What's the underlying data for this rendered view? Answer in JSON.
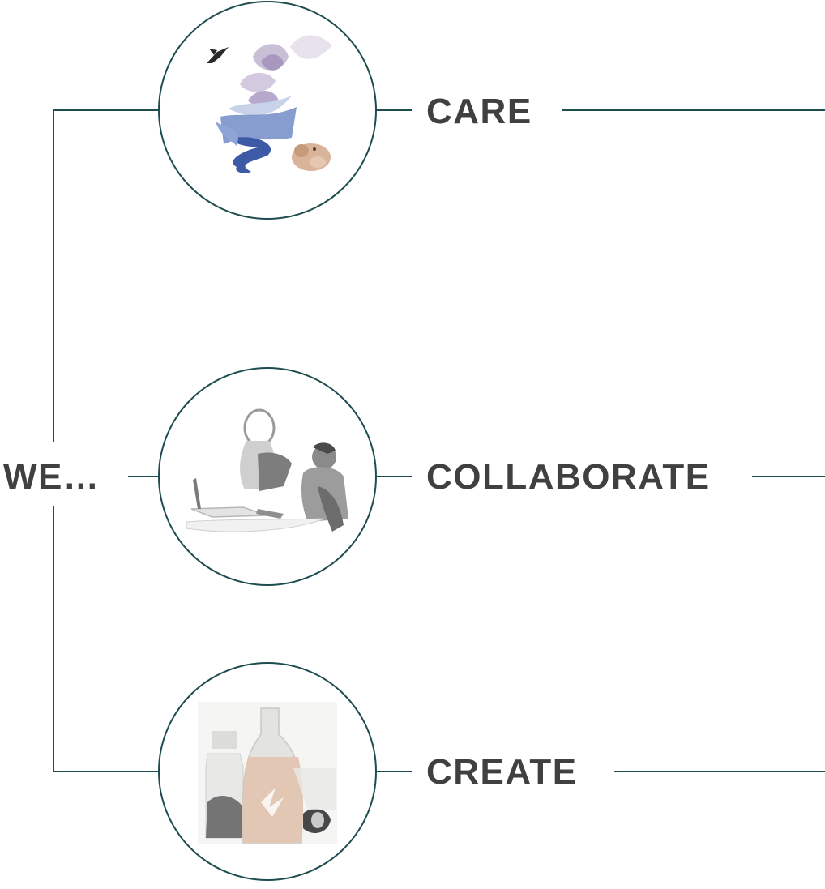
{
  "diagram": {
    "root_label": "WE…",
    "branches": [
      {
        "label": "CARE",
        "illustration": "nature-illustration"
      },
      {
        "label": "COLLABORATE",
        "illustration": "teamwork-illustration"
      },
      {
        "label": "CREATE",
        "illustration": "lab-flasks-illustration"
      }
    ]
  },
  "colors": {
    "line": "#1e4d4f",
    "text": "#404040",
    "background": "#ffffff"
  }
}
